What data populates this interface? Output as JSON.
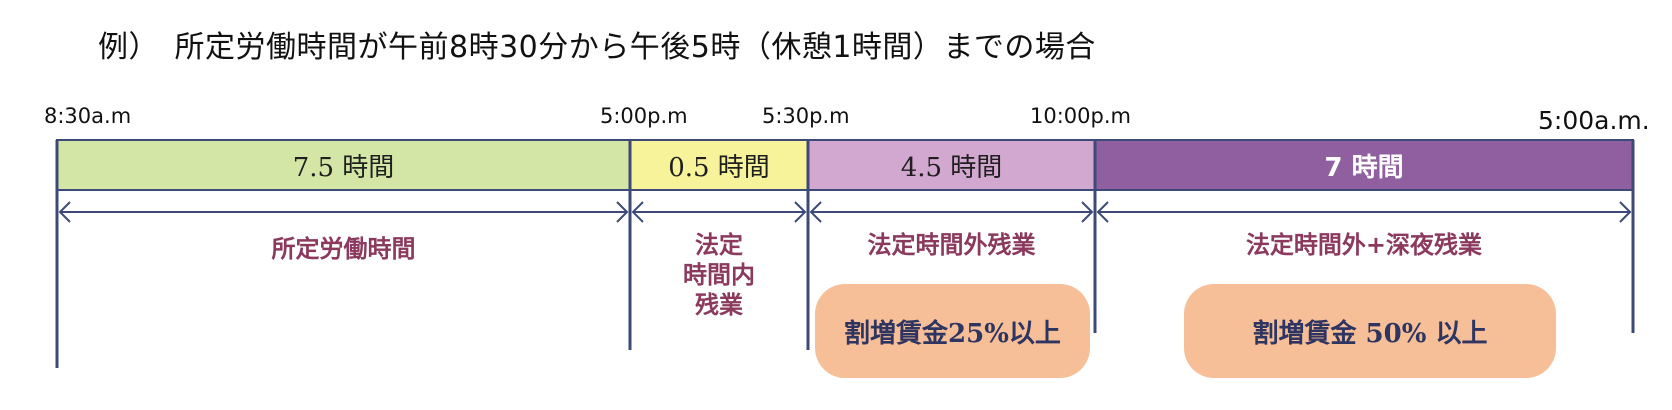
{
  "title": "例）　所定労働時間が午前8時30分から午後5時（休憩1時間）までの場合",
  "times": [
    "8:30a.m",
    "5:00p.m",
    "5:30p.m",
    "10:00p.m",
    "5:00a.m."
  ],
  "segments": [
    {
      "label": "7.5 時間",
      "color": "#d4e6a6"
    },
    {
      "label": "0.5 時間",
      "color": "#f7f39a"
    },
    {
      "label": "4.5 時間",
      "color": "#d3a8d0"
    },
    {
      "label": "7 時間",
      "color": "#8f5f9f"
    }
  ],
  "categories": {
    "scheduled": "所定労働時間",
    "within_legal_1": "法定",
    "within_legal_2": "時間内",
    "within_legal_3": "残業",
    "overtime": "法定時間外残業",
    "overtime_night": "法定時間外+深夜残業"
  },
  "premiums": {
    "overtime": "割増賃金25%以上",
    "overtime_night": "割増賃金 50% 以上"
  },
  "colors": {
    "line": "#3d4a78",
    "category_text": "#8b3a5e",
    "pill": "#f7bf98"
  }
}
